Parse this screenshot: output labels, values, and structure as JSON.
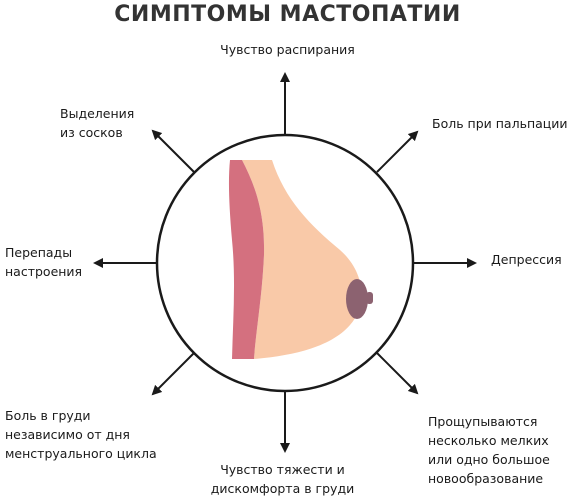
{
  "title": "СИМПТОМЫ МАСТОПАТИИ",
  "symptoms": {
    "top": "Чувство распирания",
    "top_right": "Боль при пальпации",
    "right": "Депрессия",
    "bottom_right": "Прощупываются\nнесколько мелких\nили одно большое\nновообразование",
    "bottom": "Чувство тяжести и\nдискомфорта в груди",
    "bottom_left": "Боль в груди\nнезависимо от дня\nменструального цикла",
    "left": "Перепады\nнастроения",
    "top_left": "Выделения\nиз сосков"
  },
  "colors": {
    "skin": "#f9c9a8",
    "muscle": "#d4707f",
    "nipple": "#8c6270",
    "outline": "#1a1a1a",
    "title": "#333333"
  }
}
